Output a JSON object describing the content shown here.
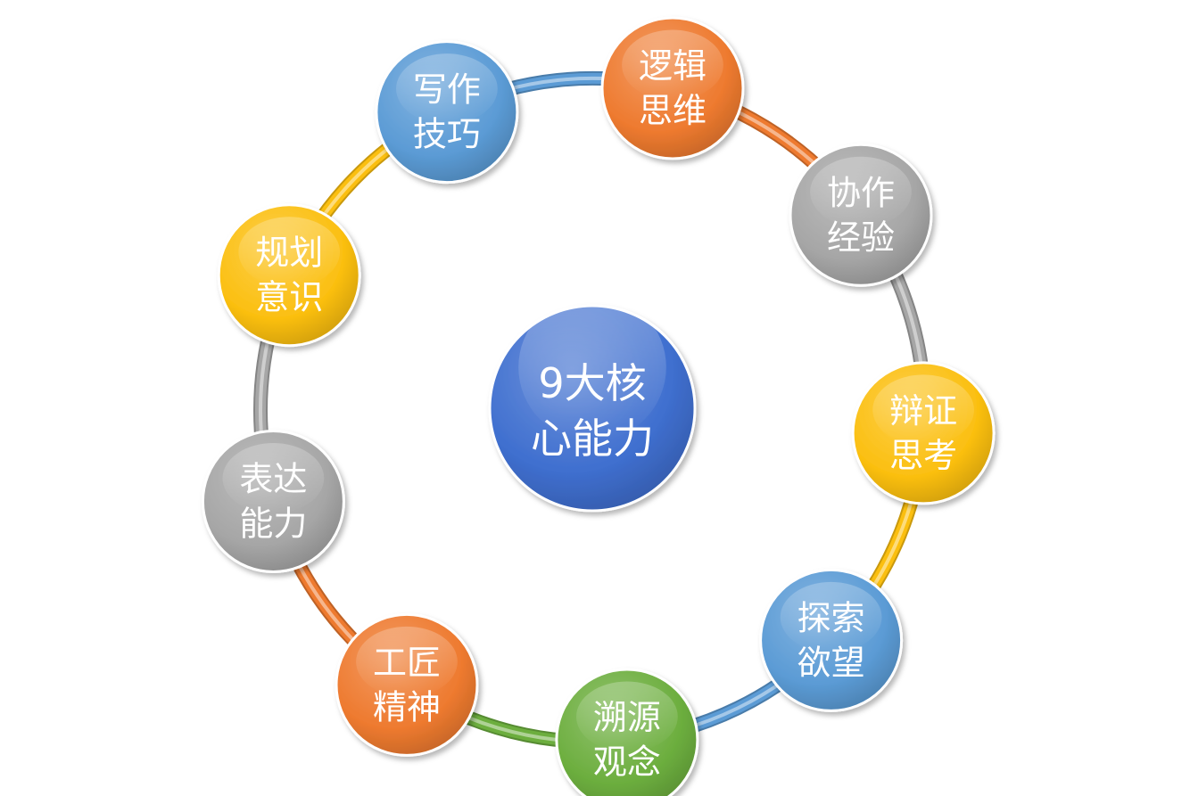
{
  "center": {
    "lines": [
      "9大核",
      "心能力"
    ],
    "color": "#3f6fcf"
  },
  "nodes": [
    {
      "id": "logic-thinking",
      "lines": [
        "逻辑",
        "思维"
      ],
      "color": "#ee7a2f",
      "icon": "orange-sphere"
    },
    {
      "id": "collaboration-experience",
      "lines": [
        "协作",
        "经验"
      ],
      "color": "#a6a6a6",
      "icon": "gray-sphere"
    },
    {
      "id": "dialectical-thinking",
      "lines": [
        "辩证",
        "思考"
      ],
      "color": "#fbbf10",
      "icon": "yellow-sphere"
    },
    {
      "id": "exploration-desire",
      "lines": [
        "探索",
        "欲望"
      ],
      "color": "#5b9bd5",
      "icon": "blue-sphere"
    },
    {
      "id": "tracing-concept",
      "lines": [
        "溯源",
        "观念"
      ],
      "color": "#6cae3e",
      "icon": "green-sphere"
    },
    {
      "id": "craftsman-spirit",
      "lines": [
        "工匠",
        "精神"
      ],
      "color": "#ee7a2f",
      "icon": "orange-sphere"
    },
    {
      "id": "expression-ability",
      "lines": [
        "表达",
        "能力"
      ],
      "color": "#a6a6a6",
      "icon": "gray-sphere"
    },
    {
      "id": "planning-awareness",
      "lines": [
        "规划",
        "意识"
      ],
      "color": "#fbbf10",
      "icon": "yellow-sphere"
    },
    {
      "id": "writing-skills",
      "lines": [
        "写作",
        "技巧"
      ],
      "color": "#5b9bd5",
      "icon": "blue-sphere"
    }
  ],
  "ring_segments": [
    {
      "from": "logic-thinking",
      "to": "collaboration-experience",
      "color": "#ee7a2f"
    },
    {
      "from": "collaboration-experience",
      "to": "dialectical-thinking",
      "color": "#a6a6a6"
    },
    {
      "from": "dialectical-thinking",
      "to": "exploration-desire",
      "color": "#fbbf10"
    },
    {
      "from": "exploration-desire",
      "to": "tracing-concept",
      "color": "#5b9bd5"
    },
    {
      "from": "tracing-concept",
      "to": "craftsman-spirit",
      "color": "#6cae3e"
    },
    {
      "from": "craftsman-spirit",
      "to": "expression-ability",
      "color": "#ee7a2f"
    },
    {
      "from": "expression-ability",
      "to": "planning-awareness",
      "color": "#a6a6a6"
    },
    {
      "from": "planning-awareness",
      "to": "writing-skills",
      "color": "#fbbf10"
    },
    {
      "from": "writing-skills",
      "to": "logic-thinking",
      "color": "#5b9bd5"
    }
  ]
}
